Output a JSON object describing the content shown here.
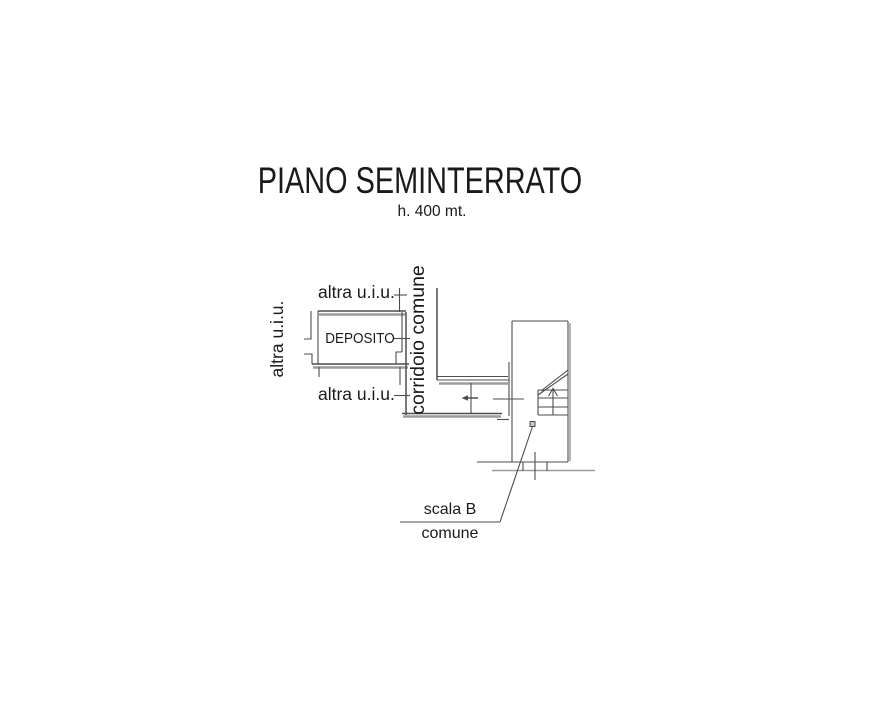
{
  "page": {
    "title": "PIANO SEMINTERRATO",
    "subtitle": "h. 400 mt."
  },
  "plan": {
    "rooms": {
      "deposito_label": "DEPOSITO",
      "corridoio_label": "corridoio comune"
    },
    "adjacent_units": {
      "top_label": "altra u.i.u.",
      "left_label": "altra u.i.u.",
      "bottom_label": "altra u.i.u."
    },
    "stair": {
      "label_line1": "scala B",
      "label_line2": "comune"
    }
  },
  "colors": {
    "background": "#ffffff",
    "line": "#4d4d4d",
    "wall_shadow": "#9b9b9b",
    "text": "#1a1a1a"
  }
}
